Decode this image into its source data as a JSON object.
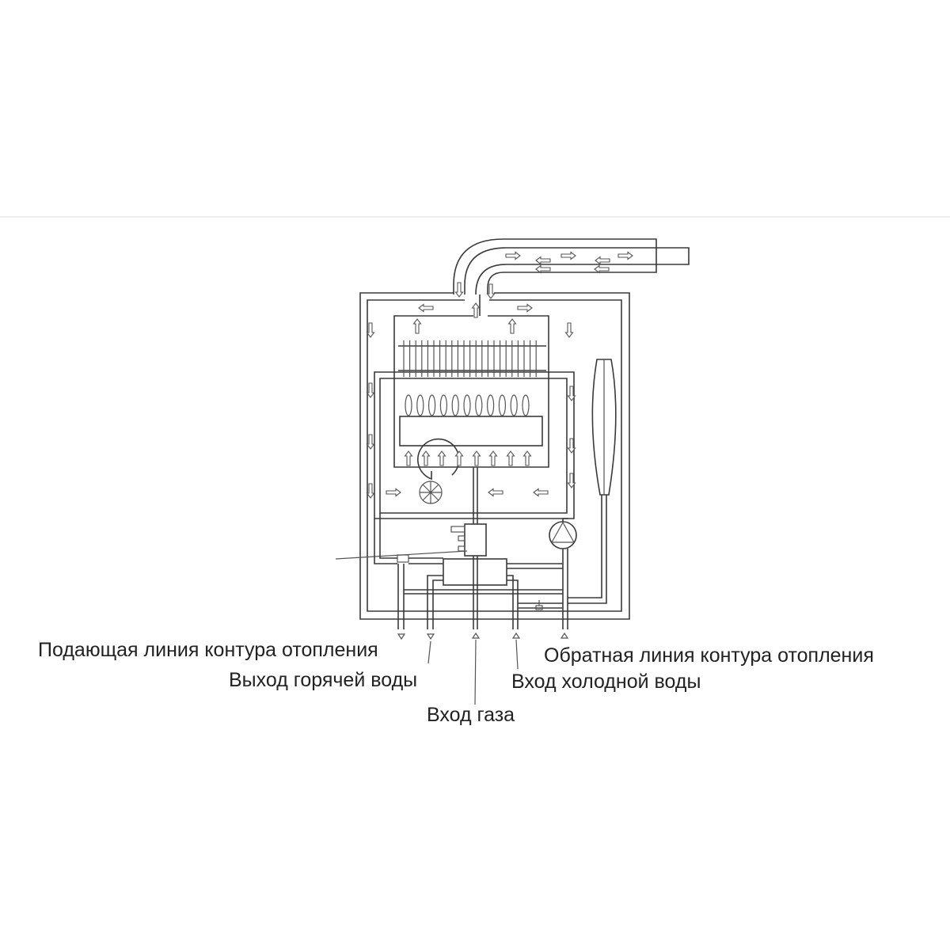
{
  "diagram": {
    "type": "gas-boiler-schematic",
    "line_color": "#3a3a3a",
    "background": "#ffffff",
    "components": [
      {
        "id": "flue-pipe",
        "name": "coaxial flue pipe"
      },
      {
        "id": "heat-exchanger",
        "name": "primary heat exchanger (finned)"
      },
      {
        "id": "burner",
        "name": "burner with flames"
      },
      {
        "id": "fan",
        "name": "fan"
      },
      {
        "id": "gas-valve",
        "name": "gas valve"
      },
      {
        "id": "pump",
        "name": "circulation pump"
      },
      {
        "id": "expansion-tank",
        "name": "expansion tank"
      },
      {
        "id": "secondary-heat-exchanger",
        "name": "plate heat exchanger"
      },
      {
        "id": "sensor",
        "name": "sensor"
      },
      {
        "id": "bypass-valve",
        "name": "bypass / drain tap"
      }
    ]
  },
  "labels": {
    "heating_supply": "Подающая линия контура отопления",
    "hot_water_out": "Выход горячей воды",
    "gas_in": "Вход газа",
    "cold_water_in": "Вход холодной воды",
    "heating_return": "Обратная линия контура отопления"
  }
}
